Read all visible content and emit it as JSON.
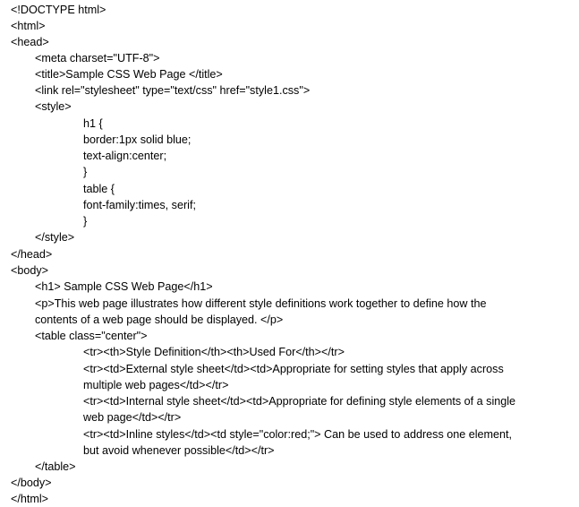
{
  "document": {
    "lines": [
      "<!DOCTYPE html>",
      "<html>",
      "<head>",
      "<meta charset=\"UTF-8\">",
      "<title>Sample CSS Web Page </title>",
      "<link rel=\"stylesheet\" type=\"text/css\" href=\"style1.css\">",
      "<style>",
      "h1 {",
      "border:1px solid blue;",
      "text-align:center;",
      "}",
      "table {",
      "font-family:times, serif;",
      "}",
      "</style>",
      "</head>",
      "<body>",
      "<h1> Sample CSS Web Page</h1>",
      "<p>This web page illustrates how different style definitions work together to define how the",
      "contents of a web page should be displayed. </p>",
      "<table class=\"center\">",
      "<tr><th>Style Definition</th><th>Used For</th></tr>",
      "<tr><td>External style sheet</td><td>Appropriate for setting styles that apply across",
      "multiple web pages</td></tr>",
      "<tr><td>Internal style sheet</td><td>Appropriate for defining style elements of a single",
      "web page</td></tr>",
      "<tr><td>Inline styles</td><td style=\"color:red;\"> Can be used to address one element,",
      "but avoid whenever possible</td></tr>",
      "</table>",
      "</body>",
      "</html>"
    ]
  }
}
